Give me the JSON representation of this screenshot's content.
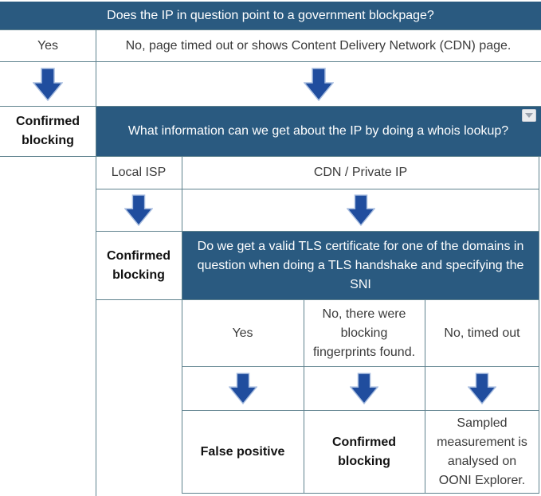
{
  "colors": {
    "header_background": "#2a5a80",
    "header_text": "#ffffff",
    "arrow_fill": "#204d9e",
    "arrow_outline": "#a9bee0",
    "table_border": "#5f828e",
    "body_text": "#3a3a3a"
  },
  "icons": {
    "whois_marker": "chevron-down-icon",
    "flow_arrow": "down-arrow-icon"
  },
  "root_question": {
    "label": "Does the IP in question point to a government blockpage?"
  },
  "branch_yes": {
    "label": "Yes",
    "outcome": "Confirmed blocking"
  },
  "branch_no": {
    "label": "No, page timed out or shows Content Delivery Network (CDN) page."
  },
  "whois_question": {
    "label": "What information can we get about the IP by doing a whois lookup?"
  },
  "whois_local_isp": {
    "label": "Local ISP",
    "outcome": "Confirmed blocking"
  },
  "whois_cdn": {
    "label": "CDN / Private IP"
  },
  "tls_question": {
    "lines": [
      "Do we get a valid TLS certificate for one of the domains in",
      "question when doing a TLS handshake and specifying the",
      "SNI"
    ]
  },
  "tls_yes": {
    "label": "Yes",
    "outcome": "False positive"
  },
  "tls_fingerprints": {
    "lines": [
      "No, there were",
      "blocking",
      "fingerprints found."
    ],
    "outcome": "Confirmed blocking"
  },
  "tls_timeout": {
    "label": "No, timed out",
    "outcome_lines": [
      "Sampled",
      "measurement is",
      "analysed on",
      "OONI Explorer."
    ]
  }
}
